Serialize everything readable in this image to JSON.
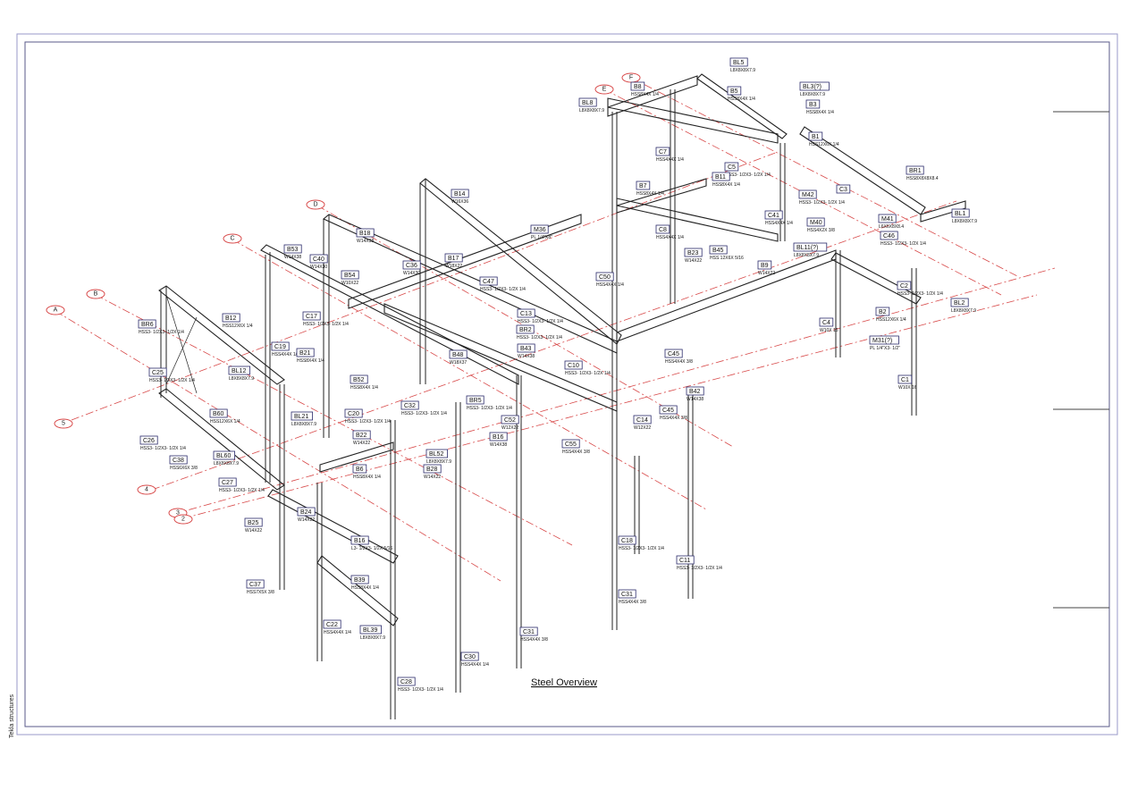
{
  "drawing": {
    "title": "Steel Overview",
    "side_label": "Tekla structures"
  },
  "grid_bubbles": [
    "A",
    "B",
    "C",
    "D",
    "E",
    "F",
    "5",
    "4",
    "3",
    "2"
  ],
  "member_tags": [
    {
      "id": "BL5",
      "size": "L8X8X8X7.9"
    },
    {
      "id": "B8",
      "size": "HSS8X4X 1/4"
    },
    {
      "id": "BL3(?)",
      "size": "L8X8X8X7.9"
    },
    {
      "id": "B5",
      "size": "HSS8X4X 1/4"
    },
    {
      "id": "B3",
      "size": "HSS8X4X 1/4"
    },
    {
      "id": "BL8",
      "size": "L8X8X8X7.9"
    },
    {
      "id": "B1",
      "size": "HSS12X6X 1/4"
    },
    {
      "id": "C7",
      "size": "HSS4X4X 1/4"
    },
    {
      "id": "C5",
      "size": "HSS3- 1/2X3- 1/2X 1/4"
    },
    {
      "id": "BR1",
      "size": "HSS8X8X8X8.4"
    },
    {
      "id": "B7",
      "size": "HSS8X4X 1/4"
    },
    {
      "id": "B11",
      "size": "HSS8X4X 1/4"
    },
    {
      "id": "M42",
      "size": "HSS3- 1/2X3- 1/2X 1/4"
    },
    {
      "id": "C3",
      "size": ""
    },
    {
      "id": "BL1",
      "size": "L8X8X8X7.9"
    },
    {
      "id": "B14",
      "size": "W16X36"
    },
    {
      "id": "C41",
      "size": "HSS4X4X 1/4"
    },
    {
      "id": "M41",
      "size": "L6X6X8X8.4"
    },
    {
      "id": "M40",
      "size": "HSS4X2X 3/8"
    },
    {
      "id": "B18",
      "size": "W14X38"
    },
    {
      "id": "M36",
      "size": "PL 1/4\"X8\""
    },
    {
      "id": "C46",
      "size": "HSS3- 1/2X3- 1/2X 1/4"
    },
    {
      "id": "C8",
      "size": "HSS4X4X 1/4"
    },
    {
      "id": "BL11(?)",
      "size": "L8X8X8X7.9"
    },
    {
      "id": "B53",
      "size": "W14X38"
    },
    {
      "id": "C40",
      "size": "W14X30"
    },
    {
      "id": "C36",
      "size": "W14X30"
    },
    {
      "id": "B17",
      "size": "W18X22"
    },
    {
      "id": "B23",
      "size": "W14X22"
    },
    {
      "id": "B45",
      "size": "HSS 12X6X 5/16"
    },
    {
      "id": "B9",
      "size": "W14X22"
    },
    {
      "id": "C2",
      "size": "HSS3- 1/2X3- 1/2X 1/4"
    },
    {
      "id": "B54",
      "size": "W10X22"
    },
    {
      "id": "C47",
      "size": "HSS3- 1/2X3- 1/2X 1/4"
    },
    {
      "id": "C50",
      "size": "HSS4X4X 1/4"
    },
    {
      "id": "BL2",
      "size": "L8X8X8X7.9"
    },
    {
      "id": "B2",
      "size": "HSS12X6X 1/4"
    },
    {
      "id": "C13",
      "size": "HSS3- 1/2X3- 1/2X 1/4"
    },
    {
      "id": "BR6",
      "size": "HSS3- 1/2X3- 1/2X 1/4"
    },
    {
      "id": "B12",
      "size": "HSS12X6X 1/4"
    },
    {
      "id": "C17",
      "size": "HSS3- 1/2X3- 1/2X 1/4"
    },
    {
      "id": "BR2",
      "size": "HSS3- 1/2X3- 1/2X 1/4"
    },
    {
      "id": "C4",
      "size": "W10X 16"
    },
    {
      "id": "M31(?)",
      "size": "PL 1/4\"X3- 1/2\""
    },
    {
      "id": "C19",
      "size": "HSS4X4X 1/4"
    },
    {
      "id": "B43",
      "size": "W14X38"
    },
    {
      "id": "C10",
      "size": "HSS3- 1/2X3- 1/2X 1/4"
    },
    {
      "id": "C45",
      "size": "HSS4X4X 3/8"
    },
    {
      "id": "B21",
      "size": "HSS8X4X 1/4"
    },
    {
      "id": "B48",
      "size": "W18X37"
    },
    {
      "id": "C25",
      "size": "HSS3- 1/2X3- 1/2X 1/4"
    },
    {
      "id": "BL12",
      "size": "L8X8X8X7.9"
    },
    {
      "id": "B52",
      "size": "HSS8X4X 1/4"
    },
    {
      "id": "C32",
      "size": "HSS3- 1/2X3- 1/2X 1/4"
    },
    {
      "id": "C1",
      "size": "W10X 16"
    },
    {
      "id": "B42",
      "size": "W14X38"
    },
    {
      "id": "BR5",
      "size": "HSS3- 1/2X3- 1/2X 1/4"
    },
    {
      "id": "C45b",
      "size": "HSS4X4X 3/8"
    },
    {
      "id": "B60",
      "size": "HSS12X6X 1/4"
    },
    {
      "id": "BL21",
      "size": "L8X8X8X7.9"
    },
    {
      "id": "C20",
      "size": "HSS3- 1/2X3- 1/2X 1/4"
    },
    {
      "id": "C52",
      "size": "W12X22"
    },
    {
      "id": "C14",
      "size": "W12X22"
    },
    {
      "id": "C26",
      "size": "HSS3- 1/2X3- 1/2X 1/4"
    },
    {
      "id": "B22",
      "size": "W14X22"
    },
    {
      "id": "B16",
      "size": "W14X38"
    },
    {
      "id": "C55",
      "size": "HSS4X4X 3/8"
    },
    {
      "id": "C38",
      "size": "HSS6X6X 3/8"
    },
    {
      "id": "BL60",
      "size": "L8X8X8X7.9"
    },
    {
      "id": "BL52",
      "size": "L8X8X8X7.9"
    },
    {
      "id": "B6",
      "size": "HSS8X4X 1/4"
    },
    {
      "id": "B28",
      "size": "W14X22"
    },
    {
      "id": "C27",
      "size": "HSS3- 1/2X3- 1/2X 1/4"
    },
    {
      "id": "B24",
      "size": "W14X22"
    },
    {
      "id": "B25",
      "size": "W14X22"
    },
    {
      "id": "B16b",
      "size": "L3- 1/2X3- 1/2X 5/16"
    },
    {
      "id": "C18",
      "size": "HSS3- 1/2X3- 1/2X 1/4"
    },
    {
      "id": "C11",
      "size": "HSS3- 1/2X3- 1/2X 1/4"
    },
    {
      "id": "C37",
      "size": "HSS7X5X 3/8"
    },
    {
      "id": "B39",
      "size": "HSS8X4X 1/4"
    },
    {
      "id": "C22",
      "size": "HSS4X4X 1/4"
    },
    {
      "id": "BL39",
      "size": "L8X8X8X7.9"
    },
    {
      "id": "C31",
      "size": "HSS4X4X 3/8"
    },
    {
      "id": "C31b",
      "size": "HSS4X4X 3/8"
    },
    {
      "id": "C30",
      "size": "HSS4X4X 1/4"
    },
    {
      "id": "C28",
      "size": "HSS3- 1/2X3- 1/2X 1/4"
    }
  ]
}
